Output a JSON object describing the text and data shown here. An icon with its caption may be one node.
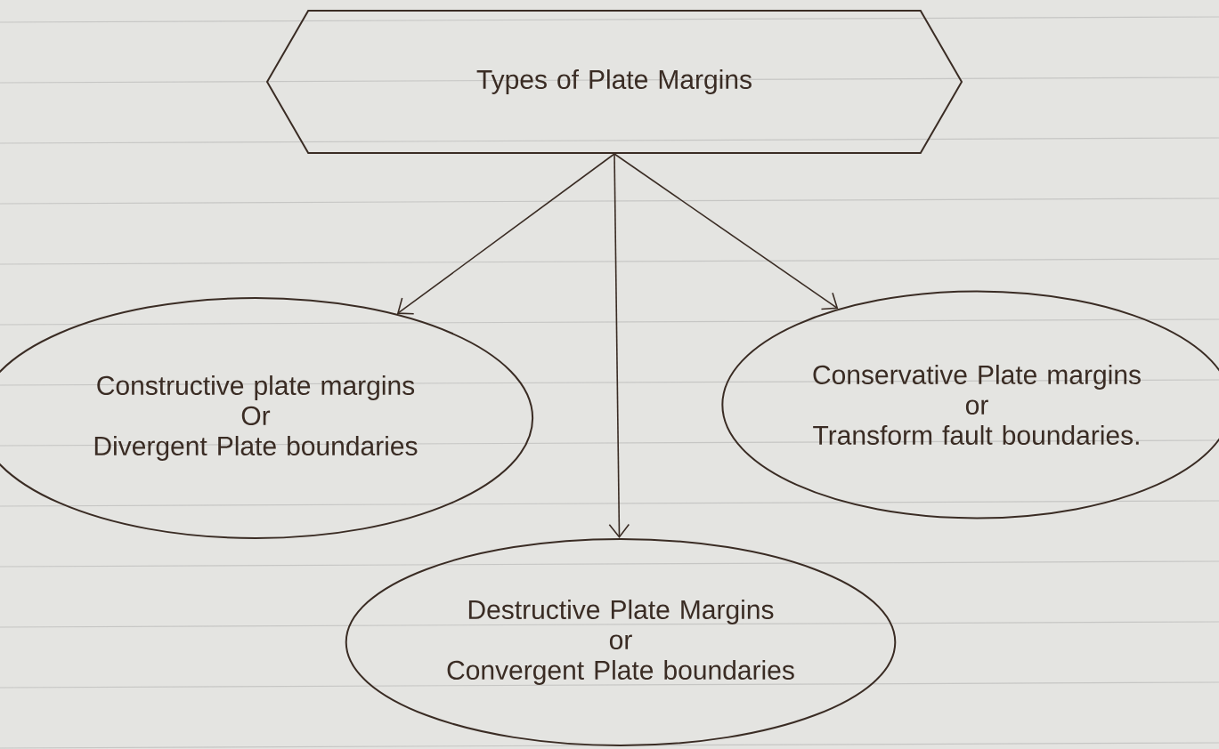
{
  "diagram": {
    "nodes": [
      {
        "text": [
          "Types of Plate Margins"
        ]
      },
      {
        "text": [
          "Constructive plate margins",
          "Or",
          "Divergent Plate boundaries"
        ]
      },
      {
        "text": [
          "Destructive Plate Margins",
          "or",
          "Convergent Plate boundaries"
        ]
      },
      {
        "text": [
          "Conservative Plate margins",
          "or",
          "Transform fault boundaries."
        ]
      }
    ],
    "edges": [
      {
        "from": 0,
        "to": 1,
        "arrow": "to"
      },
      {
        "from": 0,
        "to": 2,
        "arrow": "to"
      },
      {
        "from": 0,
        "to": 3,
        "arrow": "to"
      }
    ]
  }
}
